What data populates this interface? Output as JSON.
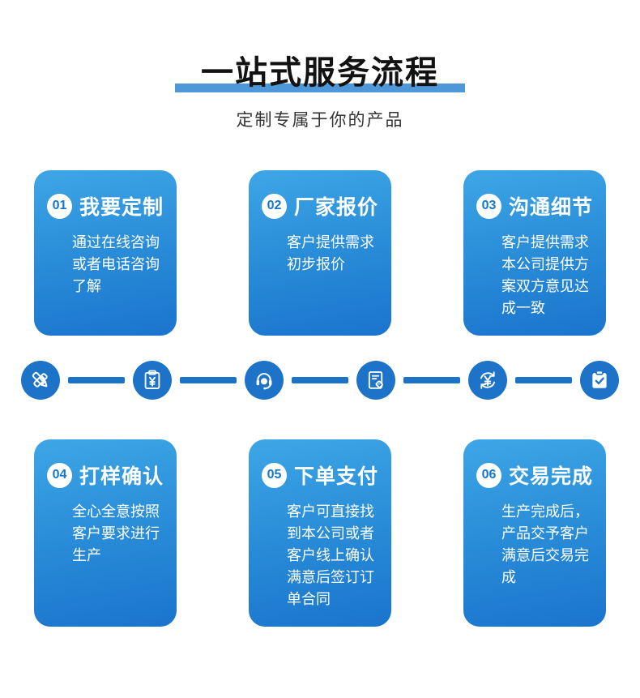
{
  "header": {
    "title": "一站式服务流程",
    "subtitle": "定制专属于你的产品"
  },
  "steps": [
    {
      "number": "01",
      "title": "我要定制",
      "desc": "通过在线咨询或者电话咨询了解"
    },
    {
      "number": "02",
      "title": "厂家报价",
      "desc": "客户提供需求初步报价"
    },
    {
      "number": "03",
      "title": "沟通细节",
      "desc": "客户提供需求本公司提供方案双方意见达成一致"
    },
    {
      "number": "04",
      "title": "打样确认",
      "desc": "全心全意按照客户要求进行生产"
    },
    {
      "number": "05",
      "title": "下单支付",
      "desc": "客户可直接找到本公司或者客户线上确认满意后签订订单合同"
    },
    {
      "number": "06",
      "title": "交易完成",
      "desc": "生产完成后，产品交予客户满意后交易完成"
    }
  ],
  "process_icons": [
    "pen-ruler-icon",
    "quotation-clipboard-yen-icon",
    "customer-service-headset-icon",
    "order-document-tag-icon",
    "payment-yen-refresh-icon",
    "deal-complete-clipboard-check-icon"
  ],
  "colors": {
    "accent_bar": "#4e97d9",
    "card_gradient_top": "#3ea6e6",
    "card_gradient_bottom": "#1a74cd",
    "icon_circle": "#1d73c8",
    "connector": "#1d73c8",
    "badge_text": "#1377d0"
  }
}
